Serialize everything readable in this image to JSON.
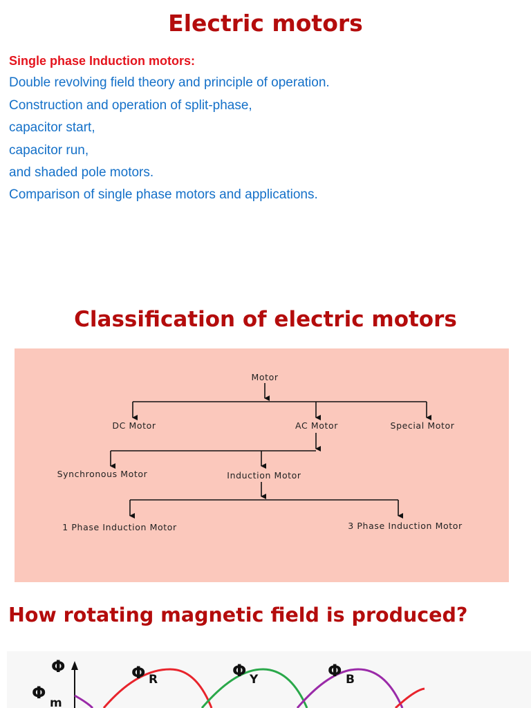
{
  "page": {
    "title": "Electric motors",
    "intro": {
      "subheading": "Single phase Induction motors:",
      "lines": [
        "Double revolving field theory and principle of operation.",
        "Construction and operation of split-phase,",
        "capacitor start,",
        "capacitor run,",
        "and shaded pole motors.",
        "Comparison of single phase motors and applications."
      ]
    },
    "classification": {
      "heading": "Classification of electric motors",
      "nodes": {
        "root": "Motor",
        "dc": "DC Motor",
        "ac": "AC Motor",
        "special": "Special Motor",
        "synchronous": "Synchronous Motor",
        "induction": "Induction Motor",
        "single_phase": "1 Phase Induction Motor",
        "three_phase": "3 Phase Induction Motor"
      }
    },
    "rotating_field": {
      "question": "How rotating magnetic field is produced?",
      "symbols": {
        "phi": "Φ",
        "phi_m": "Φ",
        "phi_m_sub": "m",
        "phi_r": "Φ",
        "phi_r_sub": "R",
        "phi_y": "Φ",
        "phi_y_sub": "Y",
        "phi_b": "Φ",
        "phi_b_sub": "B"
      }
    }
  },
  "colors": {
    "title": "#b40c0c",
    "subheading": "#e4141d",
    "body_text": "#1470c8",
    "chart_bg": "#fbc8bc",
    "wave_red": "#e8242c",
    "wave_green": "#2aa84a",
    "wave_purple": "#9a2aa8"
  }
}
